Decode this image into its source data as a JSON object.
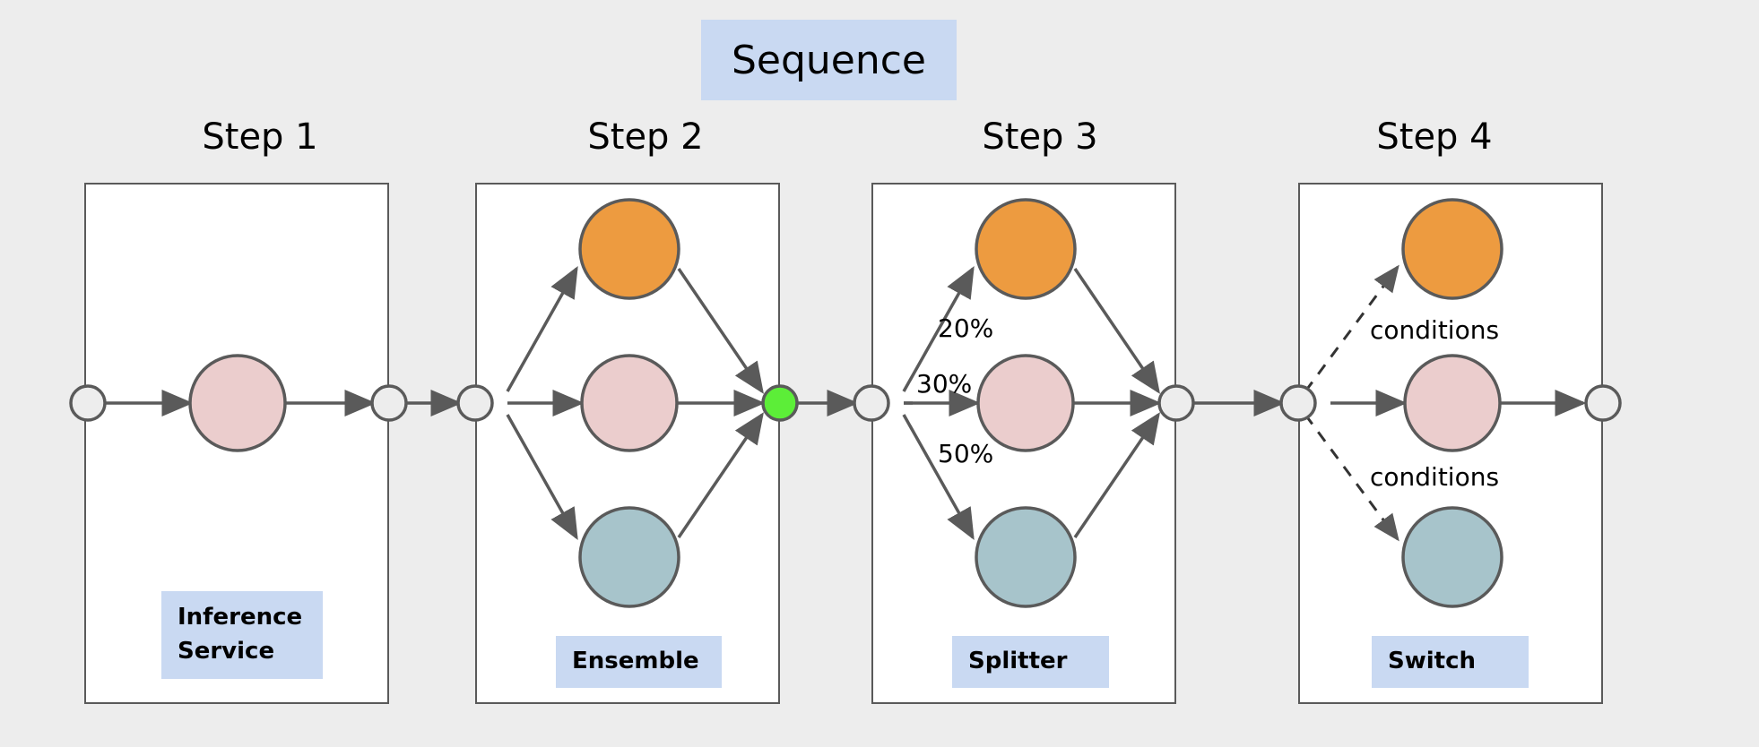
{
  "diagram": {
    "title": "Sequence",
    "background_color": "#ededed",
    "chip_color": "#c9d9f2",
    "stroke_color": "#5a5a5a",
    "box_fill": "#ffffff"
  },
  "steps": [
    {
      "label": "Step 1",
      "tag": "Inference\nService",
      "pattern": "single",
      "nodes": [
        {
          "name": "model-node-pink",
          "color": "#ebcdcd"
        }
      ],
      "edge_labels": []
    },
    {
      "label": "Step 2",
      "tag": "Ensemble",
      "pattern": "fan-out-in",
      "join_node_color": "#5cee38",
      "nodes": [
        {
          "name": "model-node-orange",
          "color": "#ed9b40"
        },
        {
          "name": "model-node-pink",
          "color": "#ebcdcd"
        },
        {
          "name": "model-node-teal",
          "color": "#a7c4cb"
        }
      ],
      "edge_labels": []
    },
    {
      "label": "Step 3",
      "tag": "Splitter",
      "pattern": "fan-out-in",
      "join_node_color": "#ededed",
      "nodes": [
        {
          "name": "model-node-orange",
          "color": "#ed9b40"
        },
        {
          "name": "model-node-pink",
          "color": "#ebcdcd"
        },
        {
          "name": "model-node-teal",
          "color": "#a7c4cb"
        }
      ],
      "edge_labels": [
        {
          "text": "20%",
          "branch": "top"
        },
        {
          "text": "30%",
          "branch": "middle"
        },
        {
          "text": "50%",
          "branch": "bottom"
        }
      ]
    },
    {
      "label": "Step 4",
      "tag": "Switch",
      "pattern": "conditional",
      "nodes": [
        {
          "name": "model-node-orange",
          "color": "#ed9b40"
        },
        {
          "name": "model-node-pink",
          "color": "#ebcdcd"
        },
        {
          "name": "model-node-teal",
          "color": "#a7c4cb"
        }
      ],
      "edge_labels": [
        {
          "text": "conditions",
          "branch": "top"
        },
        {
          "text": "conditions",
          "branch": "bottom"
        }
      ]
    }
  ],
  "connectors": {
    "hollow_fill": "#ededed",
    "count": 9
  }
}
